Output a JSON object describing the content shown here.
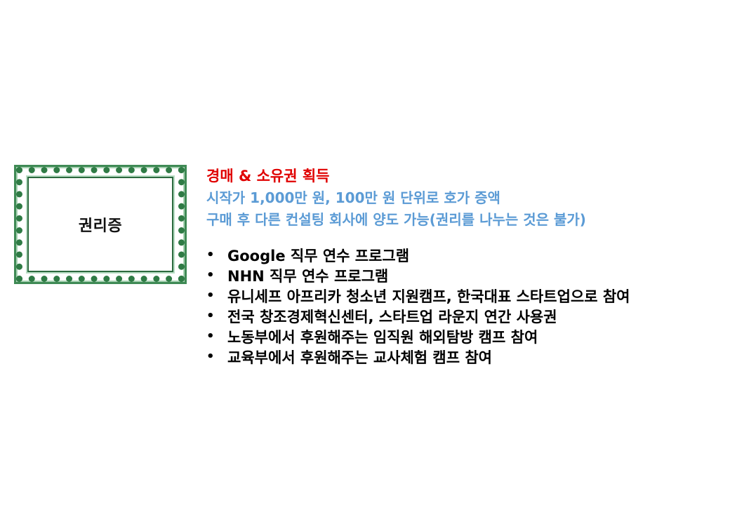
{
  "certificate": {
    "label": "권리증"
  },
  "content": {
    "headline": "경매 & 소유권 획득",
    "info_lines": [
      "시작가 1,000만 원, 100만 원 단위로 호가 증액",
      "구매 후 다른 컨설팅 회사에 양도 가능(권리를 나누는 것은 불가)"
    ],
    "bullet_symbol": "•",
    "bullets": [
      "Google  직무 연수 프로그램",
      "NHN 직무 연수 프로그램",
      "유니세프 아프리카 청소년 지원캠프, 한국대표 스타트업으로 참여",
      "전국 창조경제혁신센터, 스타트업 라운지 연간 사용권",
      "노동부에서 후원해주는 임직원 해외탐방 캠프 참여",
      "교육부에서 후원해주는 교사체험 캠프 참여"
    ]
  },
  "colors": {
    "headline": "#e00000",
    "info_text": "#5b9bd5",
    "certificate_border": "#3f8a55"
  }
}
